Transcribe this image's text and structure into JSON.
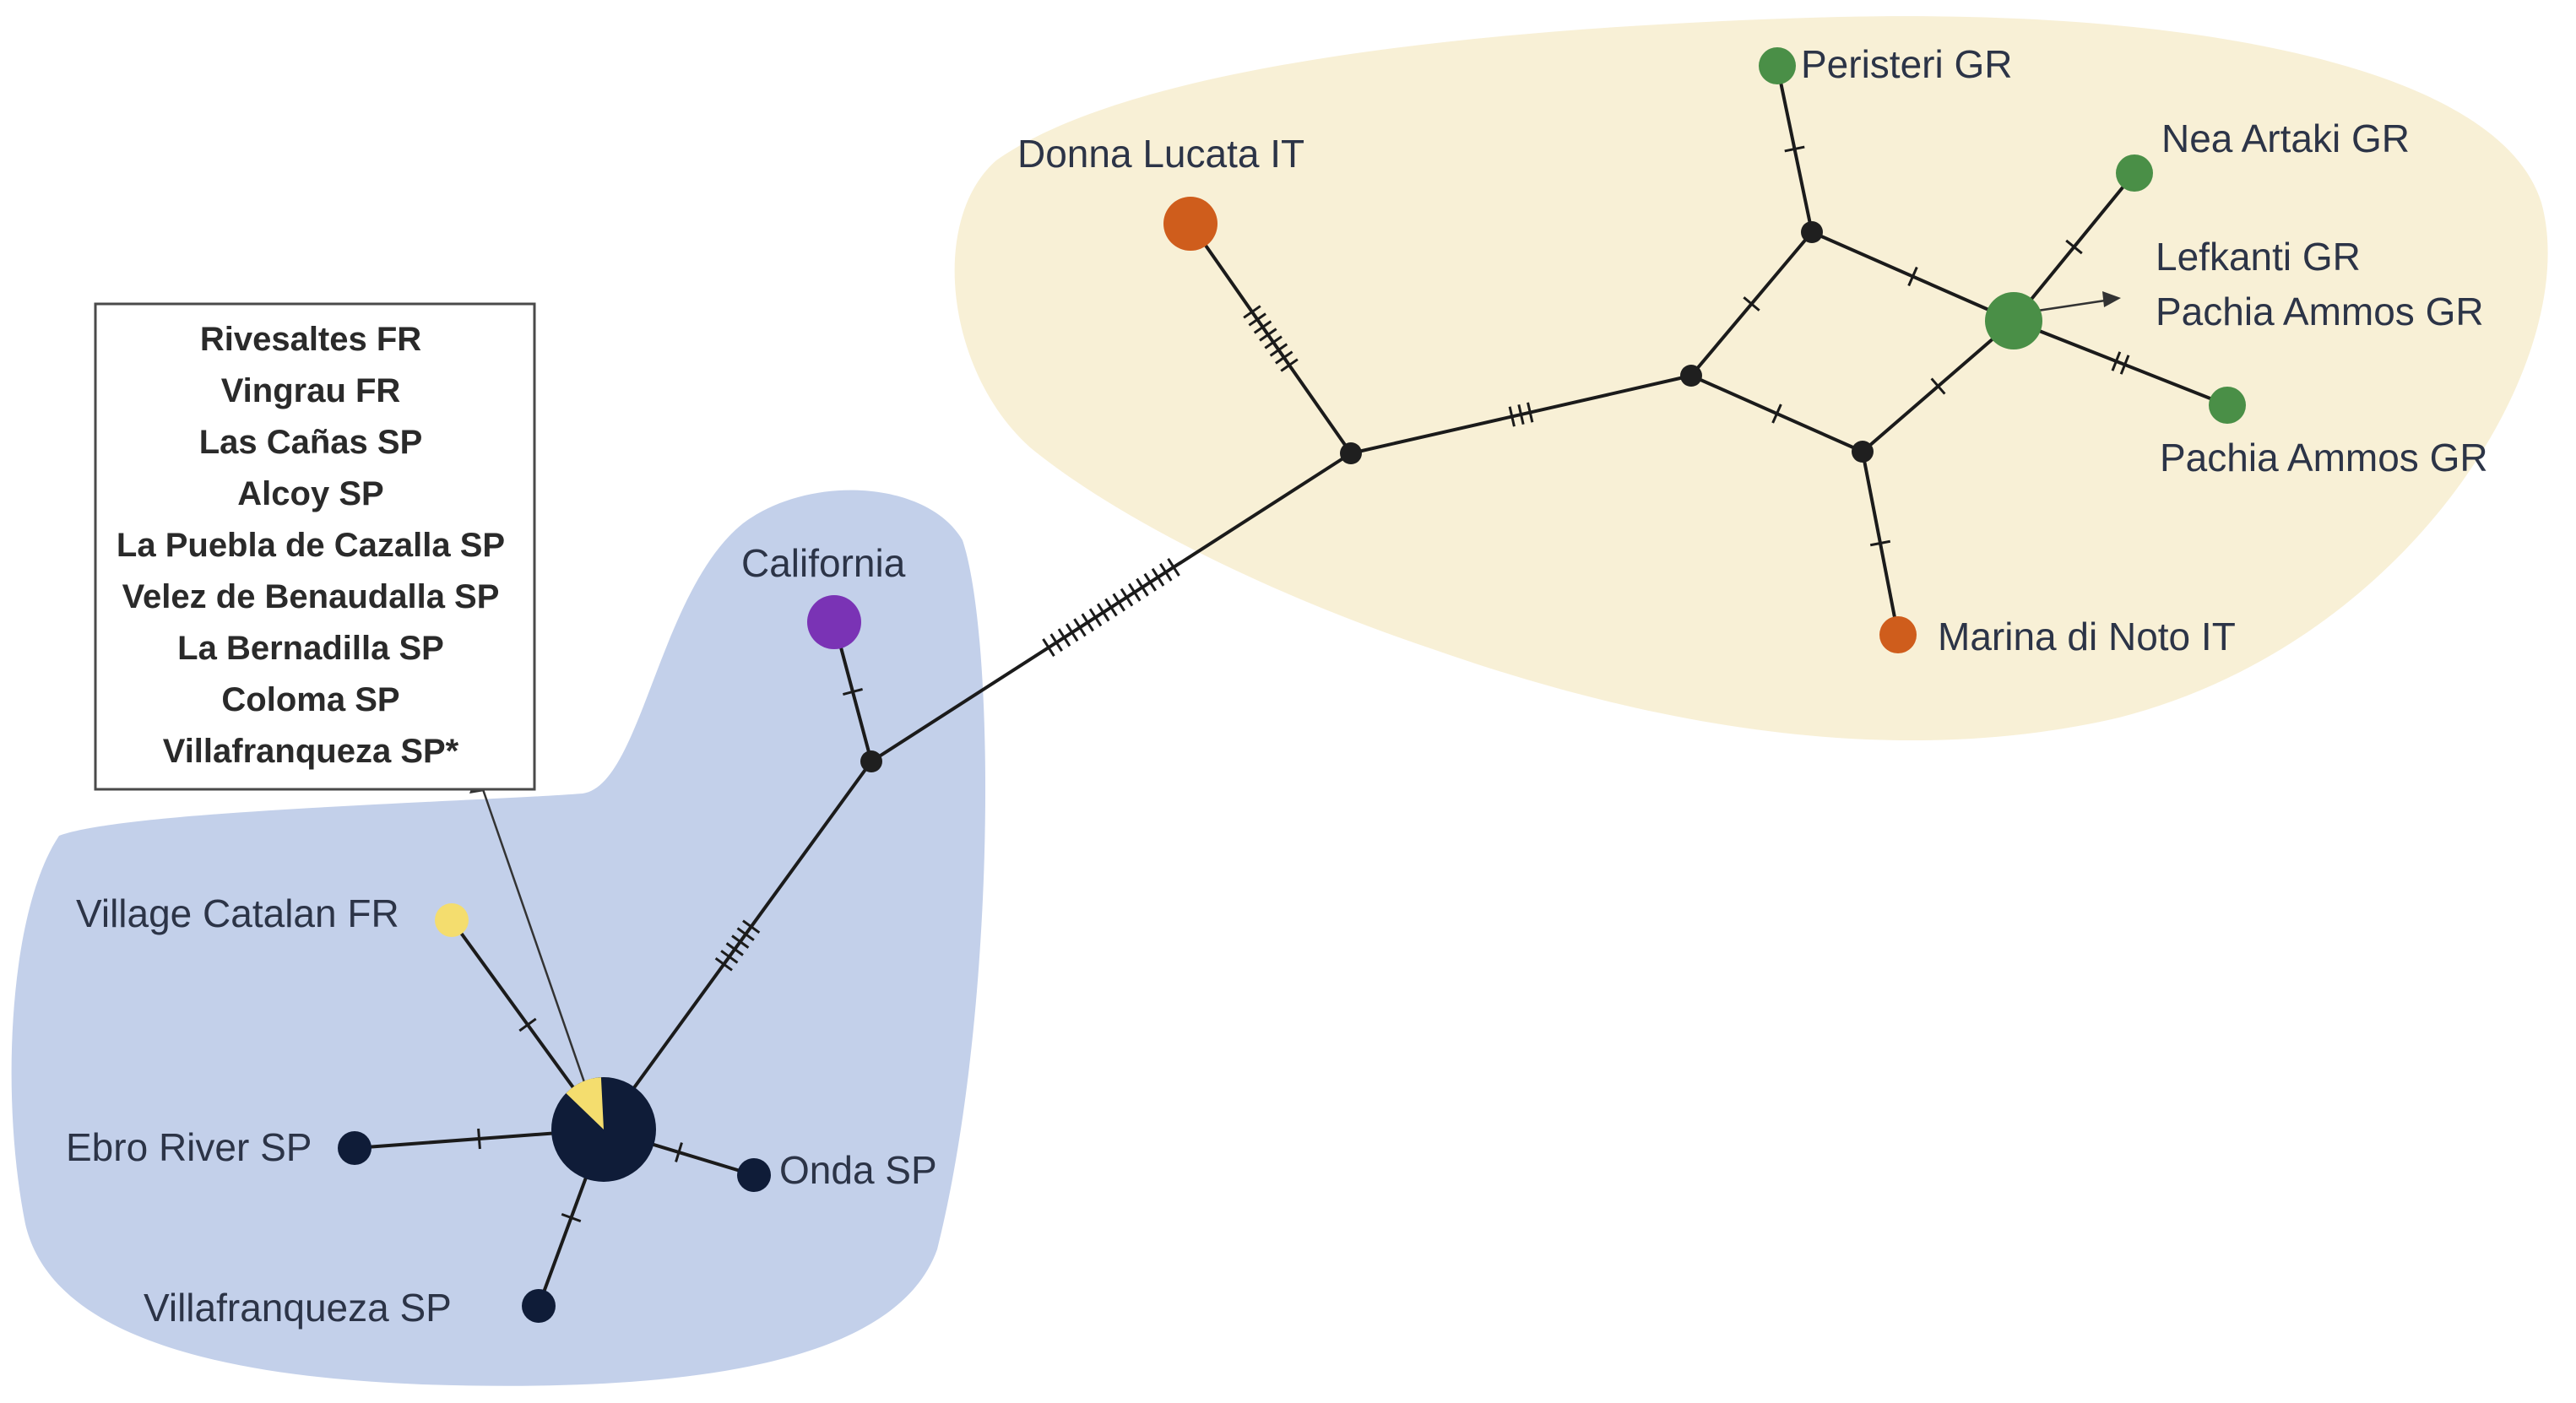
{
  "colors": {
    "west_region": "#c3d0ea",
    "east_region": "#f8f0d6",
    "spain": "#0f1c38",
    "france": "#f4dd6e",
    "california": "#7a33b5",
    "italy": "#cf5d1c",
    "greece": "#4a8f47",
    "median_vector": "#1f1f1f"
  },
  "central_haplotype_list": [
    "Rivesaltes FR",
    "Vingrau FR",
    "Las Cañas SP",
    "Alcoy SP",
    "La Puebla de Cazalla SP",
    "Velez de Benaudalla SP",
    "La Bernadilla SP",
    "Coloma SP",
    "Villafranqueza SP*"
  ],
  "nodes": {
    "central": {
      "label": "",
      "country": "spain"
    },
    "village_catalan": {
      "label": "Village Catalan FR",
      "country": "france"
    },
    "ebro": {
      "label": "Ebro River SP",
      "country": "spain"
    },
    "onda": {
      "label": "Onda SP",
      "country": "spain"
    },
    "villafranqueza": {
      "label": "Villafranqueza SP",
      "country": "spain"
    },
    "california": {
      "label": "California",
      "country": "california"
    },
    "donna_lucata": {
      "label": "Donna Lucata IT",
      "country": "italy"
    },
    "marina_di_noto": {
      "label": "Marina di Noto IT",
      "country": "italy"
    },
    "peristeri": {
      "label": "Peristeri GR",
      "country": "greece"
    },
    "nea_artaki": {
      "label": "Nea Artaki GR",
      "country": "greece"
    },
    "lefkanti_hub": {
      "label_line1": "Lefkanti GR",
      "label_line2": "Pachia Ammos GR",
      "country": "greece"
    },
    "pachia_ammos": {
      "label": "Pachia Ammos GR",
      "country": "greece"
    }
  },
  "mutation_steps": {
    "central_village_catalan": 1,
    "central_ebro": 1,
    "central_onda": 1,
    "central_villafranqueza": 1,
    "central_mv1": 6,
    "mv1_california": 1,
    "mv1_mv2": 17,
    "mv2_donna_lucata": 8,
    "mv2_mv3": 3,
    "mv3_mv4": 1,
    "mv3_mv5": 1,
    "mv4_peristeri": 1,
    "mv4_lefkanti_hub": 1,
    "mv5_lefkanti_hub": 1,
    "mv5_marina_di_noto": 1,
    "lefkanti_hub_nea_artaki": 1,
    "lefkanti_hub_pachia_ammos": 2
  },
  "central_frequency_shares": {
    "spain": 0.88,
    "france": 0.12
  }
}
